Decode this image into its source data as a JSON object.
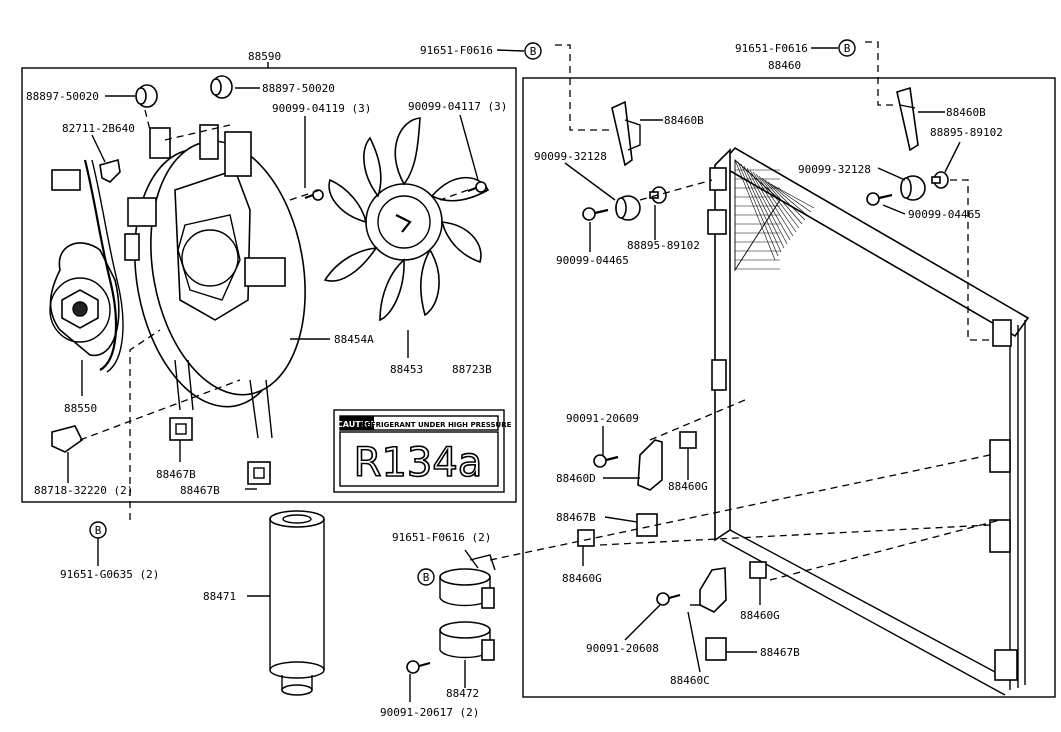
{
  "labels": {
    "l88590": "88590",
    "l88897a": "88897-50020",
    "l88897b": "88897-50020",
    "l82711": "82711-2B640",
    "l90099_04119": "90099-04119 (3)",
    "l90099_04117": "90099-04117 (3)",
    "l88454a": "88454A",
    "l88453": "88453",
    "l88723b": "88723B",
    "l88550": "88550",
    "l88467b_1": "88467B",
    "l88467b_2": "88467B",
    "l88718": "88718-32220 (2)",
    "l91651_g0635": "91651-G0635 (2)",
    "l88471": "88471",
    "l91651_f0616_top": "91651-F0616",
    "l91651_f0616_top2": "91651-F0616",
    "l88460": "88460",
    "l88460b_1": "88460B",
    "l88460b_2": "88460B",
    "l88895_89102_r": "88895-89102",
    "l90099_32128_a": "90099-32128",
    "l90099_32128_b": "90099-32128",
    "l88895_89102_l": "88895-89102",
    "l90099_04465_a": "90099-04465",
    "l90099_04465_b": "90099-04465",
    "l90091_20609": "90091-20609",
    "l88460d": "88460D",
    "l88460g_1": "88460G",
    "l88467b_3": "88467B",
    "l88460g_2": "88460G",
    "l88460g_3": "88460G",
    "l90091_20608": "90091-20608",
    "l88467b_4": "88467B",
    "l88460c": "88460C",
    "l91651_f0616_2": "91651-F0616 (2)",
    "l88472": "88472",
    "l90091_20617": "90091-20617 (2)"
  },
  "callout_letter": "B",
  "sticker": {
    "caution": "CAUTION",
    "warning": "REFRIGERANT UNDER HIGH PRESSURE",
    "refrigerant": "R134a"
  }
}
